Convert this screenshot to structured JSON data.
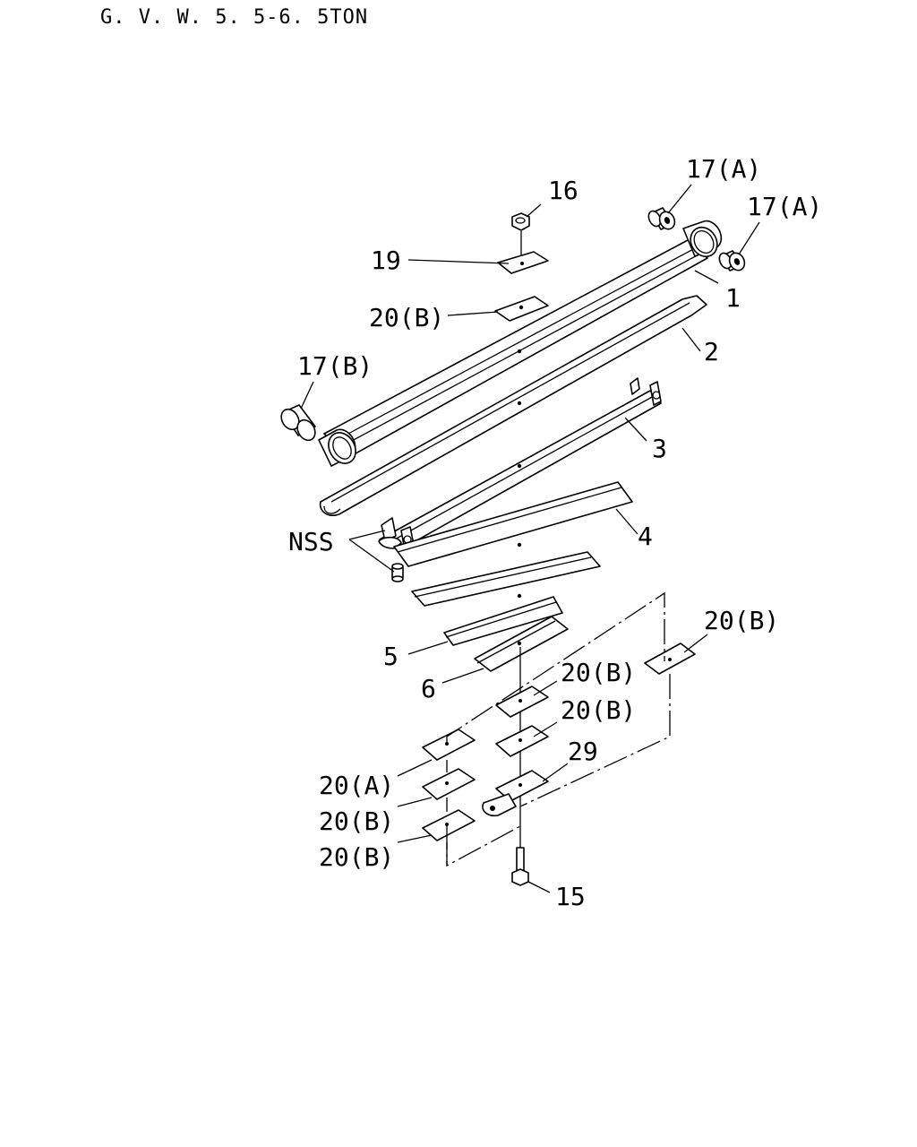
{
  "header": {
    "title": "G. V. W. 5. 5-6. 5TON"
  },
  "labels": {
    "p16": "16",
    "p17a_1": "17(A)",
    "p17a_2": "17(A)",
    "p19": "19",
    "p20b_top": "20(B)",
    "p1": "1",
    "p17b": "17(B)",
    "p2": "2",
    "p3": "3",
    "p4": "4",
    "nss": "NSS",
    "p20b_right": "20(B)",
    "p5": "5",
    "p6": "6",
    "p20b_mid1": "20(B)",
    "p20b_mid2": "20(B)",
    "p29": "29",
    "p20a": "20(A)",
    "p20b_left1": "20(B)",
    "p20b_left2": "20(B)",
    "p15": "15"
  }
}
